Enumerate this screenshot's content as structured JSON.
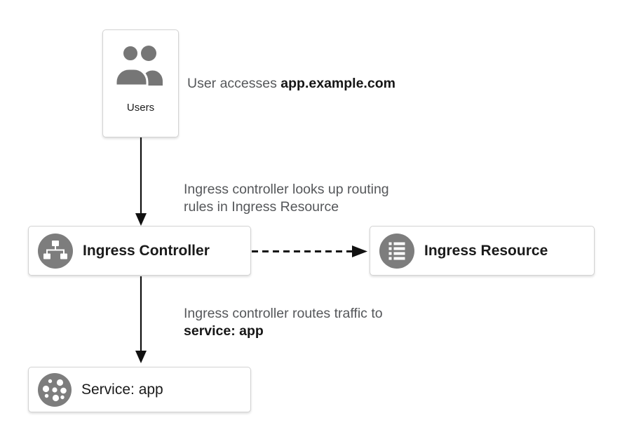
{
  "colors": {
    "icon_circle": "#7d7d7d",
    "people_icon": "#767676",
    "card_border": "#d3d3d3",
    "annotation_text": "#55575a",
    "label_text": "#1a1a1a",
    "arrow": "#111111"
  },
  "nodes": {
    "users": {
      "label": "Users",
      "icon": "users-icon"
    },
    "ingress_controller": {
      "label": "Ingress Controller",
      "icon": "sitemap-icon"
    },
    "ingress_resource": {
      "label": "Ingress Resource",
      "icon": "list-icon"
    },
    "service_app": {
      "label": "Service: app",
      "icon": "dots-icon"
    }
  },
  "annotations": {
    "user_access": {
      "prefix": "User accesses ",
      "emphasis": "app.example.com"
    },
    "lookup": {
      "line1": "Ingress controller looks up routing",
      "line2": "rules in Ingress Resource"
    },
    "routes": {
      "line1": "Ingress controller routes traffic to",
      "line2": "service: app"
    }
  }
}
